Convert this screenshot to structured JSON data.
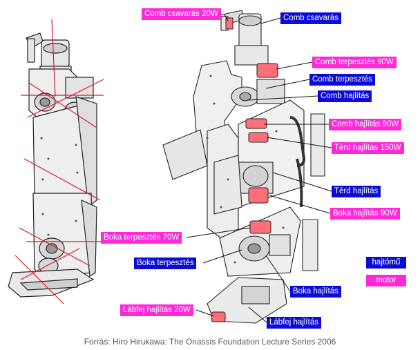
{
  "labels": {
    "comb_csavaras_motor": "Comb csavarás 20W",
    "comb_csavaras": "Comb csavarás",
    "comb_terpesztes_motor": "Comb terpesztés 90W",
    "comb_terpesztes": "Comb terpesztés",
    "comb_hajlitas": "Comb hajlítás",
    "comb_hajlitas_motor": "Comb hajlítás 90W",
    "terd_hajlitas_motor": "Térd hajlítás 150W",
    "terd_hajlitas": "Térd hajlítás",
    "boka_hajlitas_motor": "Boka hajlítás 90W",
    "boka_terpesztes_motor": "Boka terpesztés 70W",
    "boka_terpesztes": "Boka terpesztés",
    "boka_hajlitas": "Boka hajlítás",
    "labfej_hajlitas_motor": "Lábfej hajlítás 20W",
    "labfej_hajlitas": "Lábfej hajlítás"
  },
  "legend": {
    "gear": "hajtómű",
    "motor": "motor"
  },
  "caption": "Forrás: Hiro Hirukawa: The Onassis Foundation Lecture Series 2006",
  "colors": {
    "motor_label_bg": "#ff29d8",
    "gear_label_bg": "#0b0bd8",
    "motor_part": "#ff6f7a",
    "axis_line": "#e0162b"
  }
}
